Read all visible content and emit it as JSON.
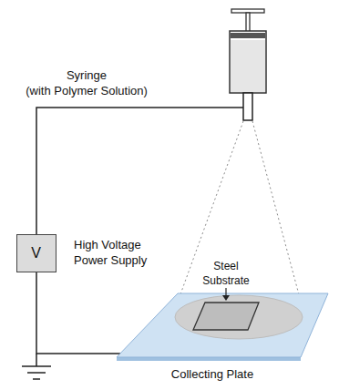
{
  "diagram": {
    "nodes": [
      {
        "text": [
          "Syringe",
          "(with Polymer Solution)"
        ]
      },
      {
        "text": [
          "V",
          "High Voltage Power Supply"
        ]
      },
      {
        "text": [
          "Collecting Plate"
        ]
      },
      {
        "text": [
          "Steel Substrate"
        ],
        "in": 2
      }
    ],
    "edges": [
      {
        "from": 0,
        "to": 1,
        "arrow": "none"
      },
      {
        "from": 1,
        "to": 2,
        "arrow": "none"
      }
    ]
  }
}
